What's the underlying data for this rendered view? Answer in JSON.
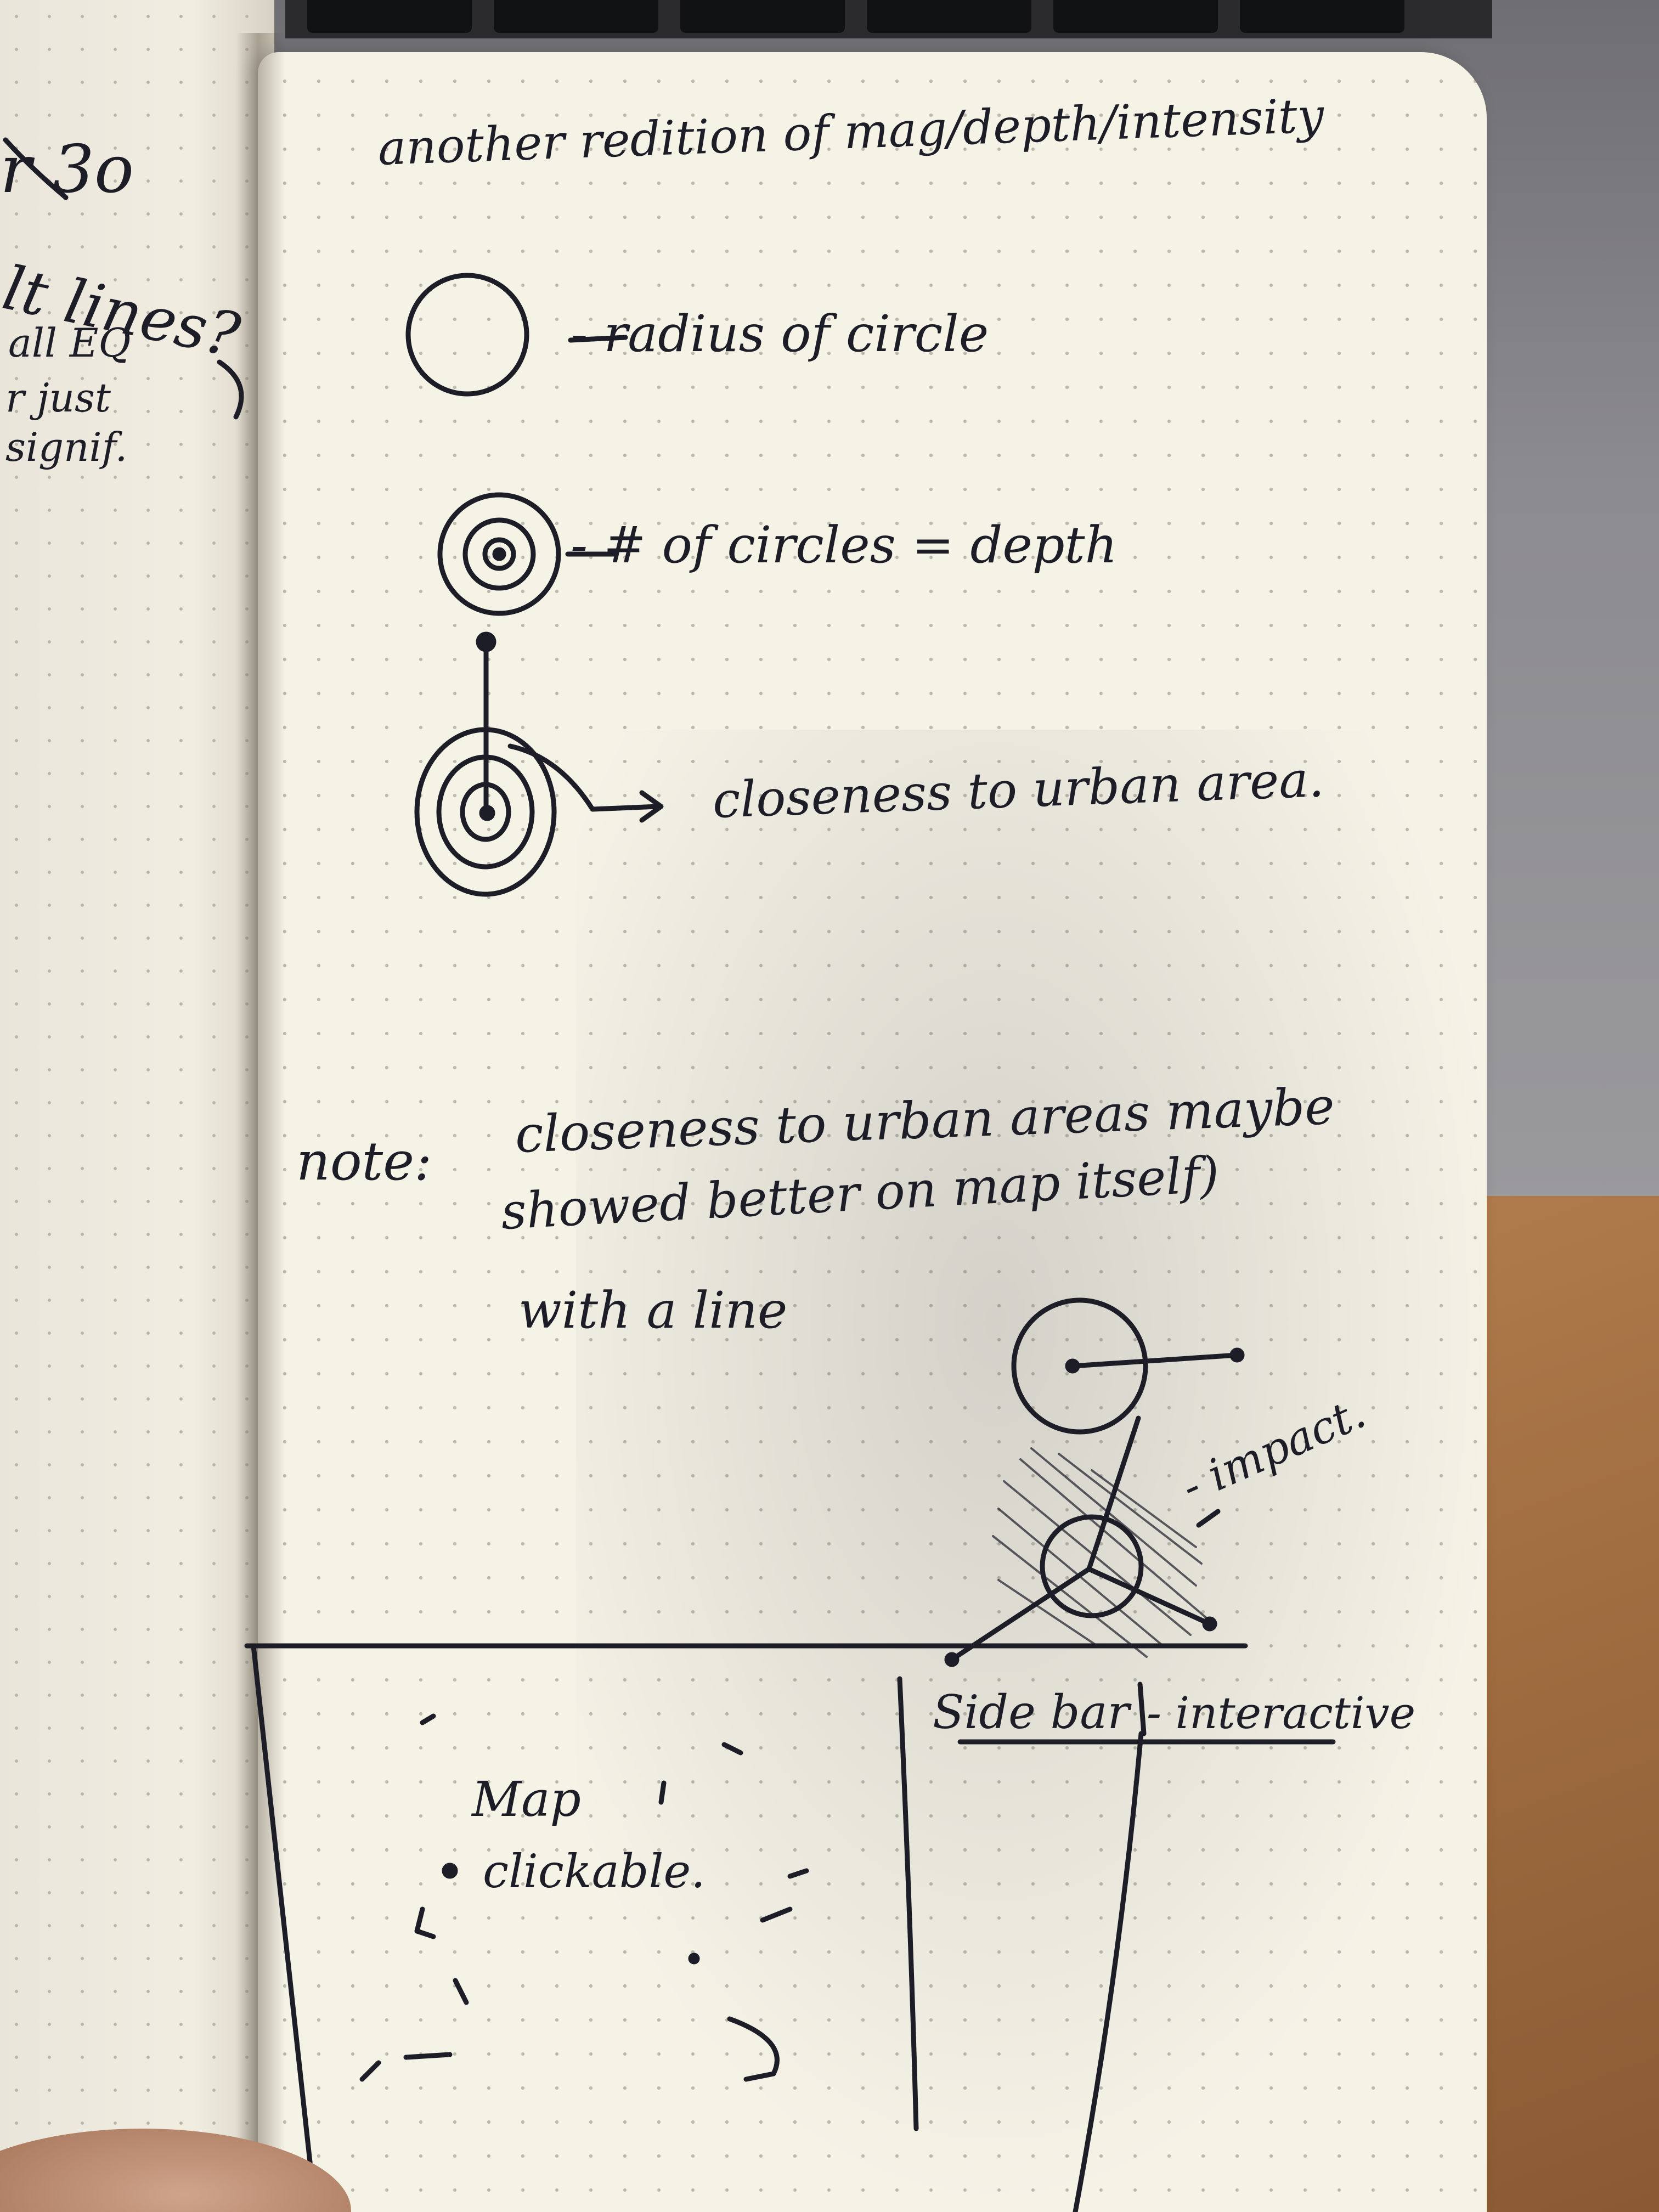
{
  "left_page_notes": [
    "r 3o",
    "lt lines?",
    "all EQ",
    "r just",
    "signif."
  ],
  "title": "another redition of mag/depth/intensity",
  "legend": {
    "radius_label": "- radius of circle",
    "circles_label": "- # of circles = depth",
    "closeness_label": "closeness to urban area."
  },
  "note": {
    "prefix": "note:",
    "lines": [
      "closeness to urban areas maybe",
      "showed better on map itself)",
      "with a line"
    ]
  },
  "impact_label": "- impact.",
  "wireframe": {
    "map_label": "Map",
    "clickable_label": "clickable.",
    "sidebar_label": "Side bar",
    "interactive_label": "- interactive"
  },
  "colors": {
    "ink": "#1c1d26",
    "paper": "#f5f2e6"
  }
}
